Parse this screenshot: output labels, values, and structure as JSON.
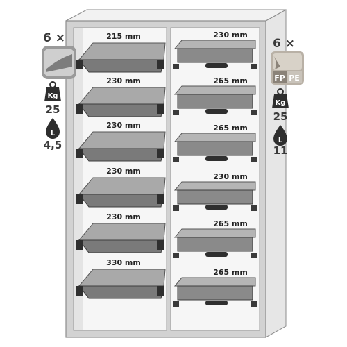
{
  "left_column": {
    "count_label": "6 ×",
    "weight_icon_label": "Kg",
    "weight_value": "25",
    "volume_icon_label": "L",
    "volume_value": "4,5",
    "shelf_heights": [
      "215 mm",
      "230 mm",
      "230 mm",
      "230 mm",
      "230 mm",
      "330 mm"
    ]
  },
  "right_column": {
    "count_label": "6 ×",
    "material_labels": [
      "FP",
      "PE"
    ],
    "weight_icon_label": "Kg",
    "weight_value": "25",
    "volume_icon_label": "L",
    "volume_value": "11",
    "shelf_heights": [
      "230 mm",
      "265 mm",
      "265 mm",
      "230 mm",
      "265 mm",
      "265 mm"
    ]
  },
  "colors": {
    "cabinet_frame": "#c9c9c9",
    "cabinet_outline": "#8c8c8c",
    "tray_dark": "#6e6e6e",
    "tray_light": "#a7a7a7",
    "icon_dark": "#2e2e2e"
  }
}
